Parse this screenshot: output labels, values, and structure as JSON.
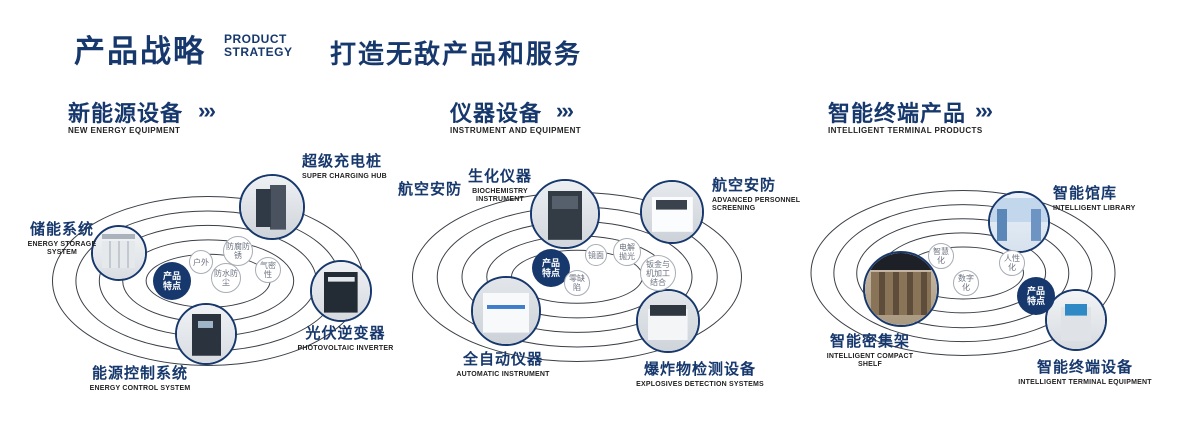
{
  "header": {
    "title_cn": "产品战略",
    "title_en": [
      "PRODUCT",
      "STRATEGY"
    ],
    "slogan": "打造无敌产品和服务"
  },
  "icons": {
    "chevrons": "›››"
  },
  "badge": {
    "line1": "产品",
    "line2": "特点"
  },
  "colors": {
    "navy": "#17386d",
    "orbit_line": "#3a3f46",
    "bubble_border": "#a6adb5",
    "bubble_text": "#6b7280"
  },
  "sections": [
    {
      "title_cn": "新能源设备",
      "title_en": "NEW ENERGY EQUIPMENT",
      "features": [
        "户外",
        "防腐防锈",
        "气密性",
        "防水防尘"
      ],
      "items": [
        {
          "cn": "超级充电桩",
          "en": "SUPER CHARGING HUB"
        },
        {
          "cn": "储能系统",
          "en": "ENERGY STORAGE SYSTEM"
        },
        {
          "cn": "光伏逆变器",
          "en": "PHOTOVOLTAIC INVERTER"
        },
        {
          "cn": "能源控制系统",
          "en": "ENERGY CONTROL SYSTEM"
        }
      ]
    },
    {
      "title_cn": "仪器设备",
      "title_en": "INSTRUMENT AND EQUIPMENT",
      "side_label": "航空安防",
      "features": [
        "镜面",
        "电解抛光",
        "零缺陷",
        "钣金与机加工结合"
      ],
      "items": [
        {
          "cn": "生化仪器",
          "en": "BIOCHEMISTRY INSTRUMENT"
        },
        {
          "cn": "航空安防",
          "en": "ADVANCED PERSONNEL SCREENING"
        },
        {
          "cn": "全自动仪器",
          "en": "AUTOMATIC INSTRUMENT"
        },
        {
          "cn": "爆炸物检测设备",
          "en": "EXPLOSIVES DETECTION SYSTEMS"
        }
      ]
    },
    {
      "title_cn": "智能终端产品",
      "title_en": "INTELLIGENT TERMINAL PRODUCTS",
      "features": [
        "智慧化",
        "人性化",
        "数字化"
      ],
      "items": [
        {
          "cn": "智能馆库",
          "en": "INTELLIGENT LIBRARY"
        },
        {
          "cn": "智能密集架",
          "en": "INTELLIGENT COMPACT SHELF"
        },
        {
          "cn": "智能终端设备",
          "en": "INTELLIGENT TERMINAL EQUIPMENT"
        }
      ]
    }
  ]
}
